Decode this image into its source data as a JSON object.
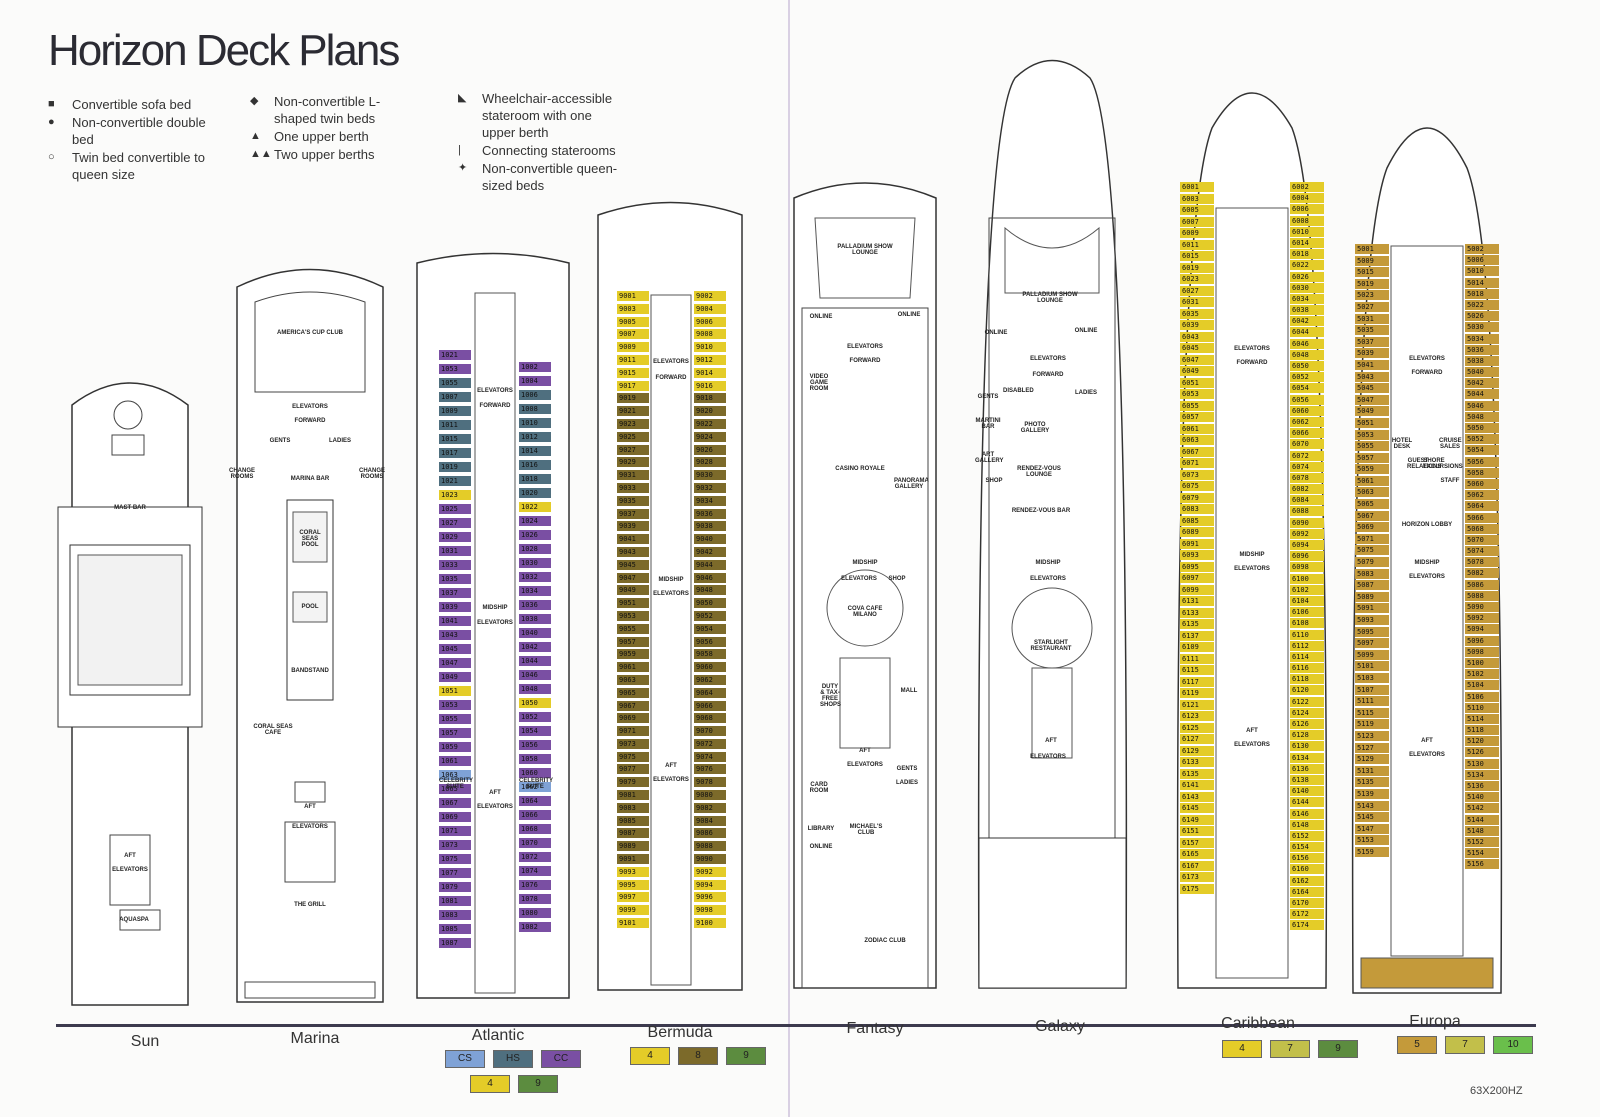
{
  "title": "Horizon Deck Plans",
  "legend": {
    "col1": [
      {
        "icon": "square-bullet-icon",
        "symbol": "■",
        "text": "Convertible sofa bed"
      },
      {
        "icon": "circle-bullet-icon",
        "symbol": "●",
        "text": "Non-convertible double bed"
      },
      {
        "icon": "open-circle-icon",
        "symbol": "○",
        "text": "Twin bed convertible to queen size"
      }
    ],
    "col2": [
      {
        "icon": "diamond-bullet-icon",
        "symbol": "◆",
        "text": "Non-convertible L-shaped twin beds"
      },
      {
        "icon": "triangle-icon",
        "symbol": "▲",
        "text": "One upper berth"
      },
      {
        "icon": "double-triangle-icon",
        "symbol": "▲▲",
        "text": "Two upper berths"
      }
    ],
    "col3": [
      {
        "icon": "wheelchair-icon",
        "symbol": "◣",
        "text": "Wheelchair-accessible stateroom with one upper berth"
      },
      {
        "icon": "connecting-bar-icon",
        "symbol": "|",
        "text": "Connecting staterooms"
      },
      {
        "icon": "small-diamond-icon",
        "symbol": "✦",
        "text": "Non-convertible queen-sized beds"
      }
    ]
  },
  "decks": [
    {
      "name": "Sun",
      "labels": [
        "MAST BAR",
        "AFT",
        "ELEVATORS",
        "AQUASPA"
      ]
    },
    {
      "name": "Marina",
      "labels": [
        "AMERICA'S CUP CLUB",
        "ELEVATORS",
        "FORWARD",
        "GENTS",
        "LADIES",
        "CHANGE ROOMS",
        "CHANGE ROOMS",
        "MARINA BAR",
        "CORAL SEAS POOL",
        "POOL",
        "BANDSTAND",
        "CORAL SEAS CAFE",
        "AFT",
        "ELEVATORS",
        "THE GRILL"
      ]
    },
    {
      "name": "Atlantic",
      "labels": [
        "ELEVATORS",
        "FORWARD",
        "MIDSHIP",
        "ELEVATORS",
        "CELEBRITY SUITE",
        "CELEBRITY SUITE",
        "AFT",
        "ELEVATORS"
      ]
    },
    {
      "name": "Bermuda",
      "labels": [
        "ELEVATORS",
        "FORWARD",
        "MIDSHIP",
        "ELEVATORS",
        "AFT",
        "ELEVATORS"
      ]
    },
    {
      "name": "Fantasy",
      "labels": [
        "PALLADIUM SHOW LOUNGE",
        "ONLINE",
        "ONLINE",
        "ELEVATORS",
        "FORWARD",
        "VIDEO GAME ROOM",
        "CASINO ROYALE",
        "PANORAMA GALLERY",
        "MIDSHIP",
        "ELEVATORS",
        "SHOP",
        "COVA CAFE MILANO",
        "DUTY & TAX-FREE SHOPS",
        "MALL",
        "AFT",
        "ELEVATORS",
        "CARD ROOM",
        "GENTS",
        "LADIES",
        "LIBRARY",
        "MICHAEL'S CLUB",
        "ONLINE",
        "ZODIAC CLUB"
      ]
    },
    {
      "name": "Galaxy",
      "labels": [
        "PALLADIUM SHOW LOUNGE",
        "ONLINE",
        "ONLINE",
        "ELEVATORS",
        "FORWARD",
        "GENTS",
        "DISABLED",
        "LADIES",
        "MARTINI BAR",
        "PHOTO GALLERY",
        "ART GALLERY",
        "RENDEZ-VOUS LOUNGE",
        "SHOP",
        "RENDEZ-VOUS BAR",
        "MIDSHIP",
        "ELEVATORS",
        "STARLIGHT RESTAURANT",
        "AFT",
        "ELEVATORS"
      ]
    },
    {
      "name": "Caribbean",
      "labels": [
        "ELEVATORS",
        "FORWARD",
        "MIDSHIP",
        "ELEVATORS",
        "AFT",
        "ELEVATORS"
      ]
    },
    {
      "name": "Europa",
      "labels": [
        "ELEVATORS",
        "FORWARD",
        "HOTEL DESK",
        "GUEST RELATIONS",
        "SHORE EXCURSIONS",
        "CRUISE SALES",
        "STAFF",
        "HORIZON LOBBY",
        "MIDSHIP",
        "ELEVATORS",
        "AFT",
        "ELEVATORS"
      ]
    }
  ],
  "cabins": {
    "atlantic_left": [
      "1021",
      "1053",
      "1055",
      "1007",
      "1009",
      "1011",
      "1015",
      "1017",
      "1019",
      "1021",
      "1023",
      "1025",
      "1027",
      "1029",
      "1031",
      "1033",
      "1035",
      "1037",
      "1039",
      "1041",
      "1043",
      "1045",
      "1047",
      "1049",
      "1051",
      "1053",
      "1055",
      "1057",
      "1059",
      "1061",
      "1063",
      "1065",
      "1067",
      "1069",
      "1071",
      "1073",
      "1075",
      "1077",
      "1079",
      "1081",
      "1083",
      "1085",
      "1087"
    ],
    "atlantic_right": [
      "1002",
      "1004",
      "1006",
      "1008",
      "1010",
      "1012",
      "1014",
      "1016",
      "1018",
      "1020",
      "1022",
      "1024",
      "1026",
      "1028",
      "1030",
      "1032",
      "1034",
      "1036",
      "1038",
      "1040",
      "1042",
      "1044",
      "1046",
      "1048",
      "1050",
      "1052",
      "1054",
      "1056",
      "1058",
      "1060",
      "1062",
      "1064",
      "1066",
      "1068",
      "1070",
      "1072",
      "1074",
      "1076",
      "1078",
      "1080",
      "1082"
    ],
    "bermuda_left": [
      "9001",
      "9003",
      "9005",
      "9007",
      "9009",
      "9011",
      "9015",
      "9017",
      "9019",
      "9021",
      "9023",
      "9025",
      "9027",
      "9029",
      "9031",
      "9033",
      "9035",
      "9037",
      "9039",
      "9041",
      "9043",
      "9045",
      "9047",
      "9049",
      "9051",
      "9053",
      "9055",
      "9057",
      "9059",
      "9061",
      "9063",
      "9065",
      "9067",
      "9069",
      "9071",
      "9073",
      "9075",
      "9077",
      "9079",
      "9081",
      "9083",
      "9085",
      "9087",
      "9089",
      "9091",
      "9093",
      "9095",
      "9097",
      "9099",
      "9101"
    ],
    "bermuda_right": [
      "9002",
      "9004",
      "9006",
      "9008",
      "9010",
      "9012",
      "9014",
      "9016",
      "9018",
      "9020",
      "9022",
      "9024",
      "9026",
      "9028",
      "9030",
      "9032",
      "9034",
      "9036",
      "9038",
      "9040",
      "9042",
      "9044",
      "9046",
      "9048",
      "9050",
      "9052",
      "9054",
      "9056",
      "9058",
      "9060",
      "9062",
      "9064",
      "9066",
      "9068",
      "9070",
      "9072",
      "9074",
      "9076",
      "9078",
      "9080",
      "9082",
      "9084",
      "9086",
      "9088",
      "9090",
      "9092",
      "9094",
      "9096",
      "9098",
      "9100"
    ],
    "caribbean_left": [
      "6001",
      "6003",
      "6005",
      "6007",
      "6009",
      "6011",
      "6015",
      "6019",
      "6023",
      "6027",
      "6031",
      "6035",
      "6039",
      "6043",
      "6045",
      "6047",
      "6049",
      "6051",
      "6053",
      "6055",
      "6057",
      "6061",
      "6063",
      "6067",
      "6071",
      "6073",
      "6075",
      "6079",
      "6083",
      "6085",
      "6089",
      "6091",
      "6093",
      "6095",
      "6097",
      "6099",
      "6131",
      "6133",
      "6135",
      "6137",
      "6109",
      "6111",
      "6115",
      "6117",
      "6119",
      "6121",
      "6123",
      "6125",
      "6127",
      "6129",
      "6133",
      "6135",
      "6141",
      "6143",
      "6145",
      "6149",
      "6151",
      "6157",
      "6165",
      "6167",
      "6173",
      "6175"
    ],
    "caribbean_right": [
      "6002",
      "6004",
      "6006",
      "6008",
      "6010",
      "6014",
      "6018",
      "6022",
      "6026",
      "6030",
      "6034",
      "6038",
      "6042",
      "6044",
      "6046",
      "6048",
      "6050",
      "6052",
      "6054",
      "6056",
      "6060",
      "6062",
      "6066",
      "6070",
      "6072",
      "6074",
      "6078",
      "6082",
      "6084",
      "6088",
      "6090",
      "6092",
      "6094",
      "6096",
      "6098",
      "6100",
      "6102",
      "6104",
      "6106",
      "6108",
      "6110",
      "6112",
      "6114",
      "6116",
      "6118",
      "6120",
      "6122",
      "6124",
      "6126",
      "6128",
      "6130",
      "6134",
      "6136",
      "6138",
      "6140",
      "6144",
      "6146",
      "6148",
      "6152",
      "6154",
      "6156",
      "6160",
      "6162",
      "6164",
      "6170",
      "6172",
      "6174"
    ],
    "europa_left": [
      "5001",
      "5009",
      "5015",
      "5019",
      "5023",
      "5027",
      "5031",
      "5035",
      "5037",
      "5039",
      "5041",
      "5043",
      "5045",
      "5047",
      "5049",
      "5051",
      "5053",
      "5055",
      "5057",
      "5059",
      "5061",
      "5063",
      "5065",
      "5067",
      "5069",
      "5071",
      "5075",
      "5079",
      "5083",
      "5087",
      "5089",
      "5091",
      "5093",
      "5095",
      "5097",
      "5099",
      "5101",
      "5103",
      "5107",
      "5111",
      "5115",
      "5119",
      "5123",
      "5127",
      "5129",
      "5131",
      "5135",
      "5139",
      "5143",
      "5145",
      "5147",
      "5153",
      "5159"
    ],
    "europa_right": [
      "5002",
      "5006",
      "5010",
      "5014",
      "5018",
      "5022",
      "5026",
      "5030",
      "5034",
      "5036",
      "5038",
      "5040",
      "5042",
      "5044",
      "5046",
      "5048",
      "5050",
      "5052",
      "5054",
      "5056",
      "5058",
      "5060",
      "5062",
      "5064",
      "5066",
      "5068",
      "5070",
      "5074",
      "5078",
      "5082",
      "5086",
      "5088",
      "5090",
      "5092",
      "5094",
      "5096",
      "5098",
      "5100",
      "5102",
      "5104",
      "5106",
      "5110",
      "5114",
      "5118",
      "5120",
      "5126",
      "5130",
      "5134",
      "5136",
      "5140",
      "5142",
      "5144",
      "5148",
      "5152",
      "5154",
      "5156"
    ]
  },
  "swatches": {
    "atlantic": [
      {
        "label": "CS",
        "color": "#7fa2d6"
      },
      {
        "label": "HS",
        "color": "#4f6f7f"
      },
      {
        "label": "CC",
        "color": "#7a4fa3"
      },
      {
        "label": "4",
        "color": "#e4cc28"
      },
      {
        "label": "9",
        "color": "#5c8c3f"
      }
    ],
    "bermuda": [
      {
        "label": "4",
        "color": "#e4cc28"
      },
      {
        "label": "8",
        "color": "#7c6a2a"
      },
      {
        "label": "9",
        "color": "#5c8c3f"
      }
    ],
    "caribbean": [
      {
        "label": "4",
        "color": "#e4cc28"
      },
      {
        "label": "7",
        "color": "#c2bf4a"
      },
      {
        "label": "9",
        "color": "#5c8c3f"
      }
    ],
    "europa": [
      {
        "label": "5",
        "color": "#c49a3a"
      },
      {
        "label": "7",
        "color": "#c2bf4a"
      },
      {
        "label": "10",
        "color": "#6abf4b"
      }
    ]
  },
  "code": "63X200HZ"
}
